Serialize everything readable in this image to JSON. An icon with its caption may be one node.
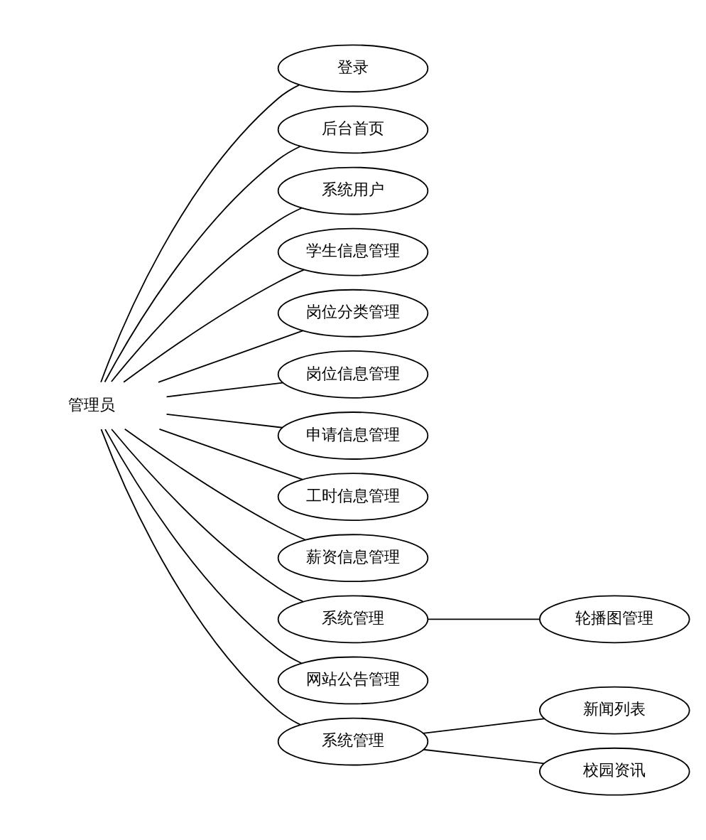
{
  "diagram": {
    "nodes": [
      {
        "text": [
          "管理员"
        ]
      },
      {
        "text": [
          "登录"
        ]
      },
      {
        "text": [
          "后台首页"
        ]
      },
      {
        "text": [
          "系统用户"
        ]
      },
      {
        "text": [
          "学生信息管理"
        ]
      },
      {
        "text": [
          "岗位分类管理"
        ]
      },
      {
        "text": [
          "岗位信息管理"
        ]
      },
      {
        "text": [
          "申请信息管理"
        ]
      },
      {
        "text": [
          "工时信息管理"
        ]
      },
      {
        "text": [
          "薪资信息管理"
        ]
      },
      {
        "text": [
          "系统管理"
        ]
      },
      {
        "text": [
          "网站公告管理"
        ]
      },
      {
        "text": [
          "系统管理"
        ]
      },
      {
        "text": [
          "轮播图管理"
        ]
      },
      {
        "text": [
          "新闻列表"
        ]
      },
      {
        "text": [
          "校园资讯"
        ]
      }
    ],
    "edges": [
      {
        "from": 0,
        "to": 1,
        "arrow": "none"
      },
      {
        "from": 0,
        "to": 2,
        "arrow": "none"
      },
      {
        "from": 0,
        "to": 3,
        "arrow": "none"
      },
      {
        "from": 0,
        "to": 4,
        "arrow": "none"
      },
      {
        "from": 0,
        "to": 5,
        "arrow": "none"
      },
      {
        "from": 0,
        "to": 6,
        "arrow": "none"
      },
      {
        "from": 0,
        "to": 7,
        "arrow": "none"
      },
      {
        "from": 0,
        "to": 8,
        "arrow": "none"
      },
      {
        "from": 0,
        "to": 9,
        "arrow": "none"
      },
      {
        "from": 0,
        "to": 10,
        "arrow": "none"
      },
      {
        "from": 0,
        "to": 11,
        "arrow": "none"
      },
      {
        "from": 0,
        "to": 12,
        "arrow": "none"
      },
      {
        "from": 10,
        "to": 13,
        "arrow": "none"
      },
      {
        "from": 12,
        "to": 14,
        "arrow": "none"
      },
      {
        "from": 12,
        "to": 15,
        "arrow": "none"
      }
    ]
  }
}
